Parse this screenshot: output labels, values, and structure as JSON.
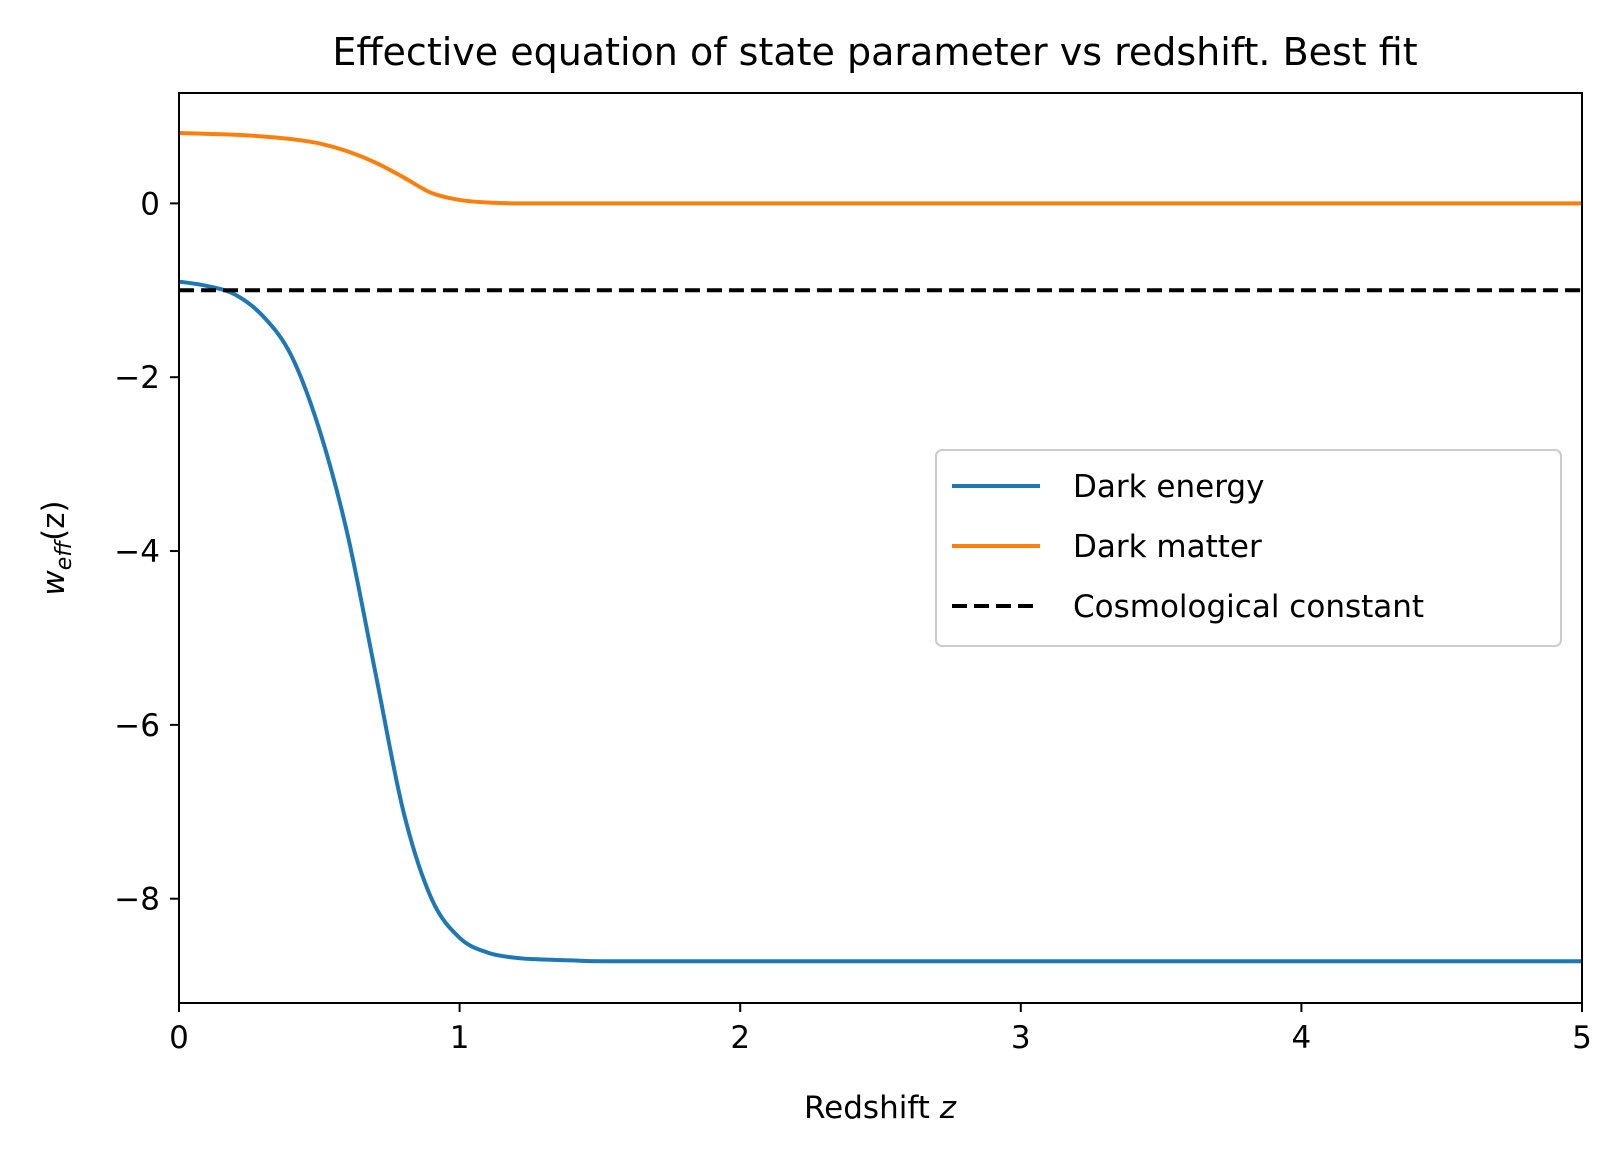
{
  "chart_data": {
    "type": "line",
    "title": "Effective equation of state parameter vs redshift. Best fit",
    "xlabel": {
      "prefix": "Redshift ",
      "var": "z"
    },
    "ylabel": {
      "base": "w",
      "sub": "eff",
      "arg": "(z)"
    },
    "xlim": [
      0,
      5
    ],
    "ylim": [
      -9.2,
      1.27
    ],
    "xticks": [
      0,
      1,
      2,
      3,
      4,
      5
    ],
    "xtick_labels": [
      "0",
      "1",
      "2",
      "3",
      "4",
      "5"
    ],
    "yticks": [
      0,
      -2,
      -4,
      -6,
      -8
    ],
    "ytick_labels": [
      "0",
      "−2",
      "−4",
      "−6",
      "−8"
    ],
    "grid": false,
    "legend_position": "center-right",
    "x": [
      0,
      0.1,
      0.2,
      0.3,
      0.4,
      0.5,
      0.6,
      0.7,
      0.8,
      0.9,
      1.0,
      1.1,
      1.2,
      1.3,
      1.4,
      1.5,
      1.75,
      2.0,
      2.5,
      3.0,
      3.5,
      4.0,
      4.5,
      5.0
    ],
    "series": [
      {
        "name": "Dark energy",
        "color": "#1f77b4",
        "style": "solid",
        "values": [
          -0.9,
          -0.95,
          -1.05,
          -1.3,
          -1.75,
          -2.6,
          -3.8,
          -5.4,
          -7.0,
          -8.0,
          -8.45,
          -8.62,
          -8.68,
          -8.7,
          -8.71,
          -8.72,
          -8.72,
          -8.72,
          -8.72,
          -8.72,
          -8.72,
          -8.72,
          -8.72,
          -8.72
        ]
      },
      {
        "name": "Dark matter",
        "color": "#ff7f0e",
        "style": "solid",
        "values": [
          0.81,
          0.8,
          0.79,
          0.77,
          0.74,
          0.69,
          0.6,
          0.47,
          0.3,
          0.12,
          0.04,
          0.01,
          0.0,
          0.0,
          0.0,
          0.0,
          0.0,
          0.0,
          0.0,
          0.0,
          0.0,
          0.0,
          0.0,
          0.0
        ]
      },
      {
        "name": "Cosmological constant",
        "color": "#000000",
        "style": "dashed",
        "values": [
          -1,
          -1,
          -1,
          -1,
          -1,
          -1,
          -1,
          -1,
          -1,
          -1,
          -1,
          -1,
          -1,
          -1,
          -1,
          -1,
          -1,
          -1,
          -1,
          -1,
          -1,
          -1,
          -1,
          -1
        ]
      }
    ]
  }
}
